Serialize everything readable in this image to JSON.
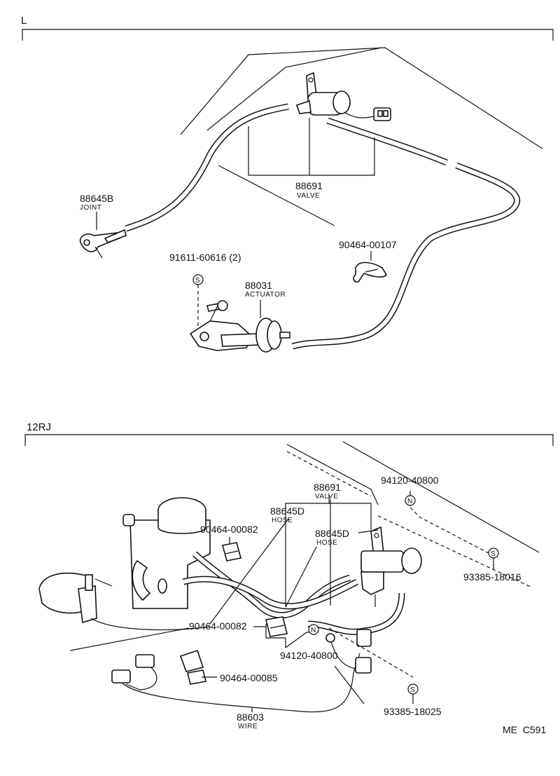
{
  "sections": {
    "upper": {
      "label": "L",
      "parts": {
        "valve": {
          "number": "88691",
          "name": "VALVE"
        },
        "joint": {
          "number": "88645B",
          "name": "JOINT"
        },
        "clip": {
          "number": "90464-00107"
        },
        "screw": {
          "number": "91611-60616 (2)",
          "symbol": "S"
        },
        "actuator": {
          "number": "88031",
          "name": "ACTUATOR"
        }
      }
    },
    "lower": {
      "label": "12RJ",
      "parts": {
        "valve": {
          "number": "88691",
          "name": "VALVE"
        },
        "hose_a": {
          "number": "88645D",
          "name": "HOSE"
        },
        "hose_b": {
          "number": "88645D",
          "name": "HOSE"
        },
        "clip_top": {
          "number": "90464-00082"
        },
        "clip_mid": {
          "number": "90464-00082"
        },
        "clip_low": {
          "number": "90464-00085"
        },
        "nut_top": {
          "number": "94120-40800",
          "symbol": "N"
        },
        "nut_mid": {
          "number": "94120-40800",
          "symbol": "N"
        },
        "screw_right": {
          "number": "93385-18016",
          "symbol": "S"
        },
        "screw_low": {
          "number": "93385-18025",
          "symbol": "S"
        },
        "wire": {
          "number": "88603",
          "name": "WIRE"
        }
      }
    }
  },
  "footer": {
    "code": "ME  C591"
  }
}
